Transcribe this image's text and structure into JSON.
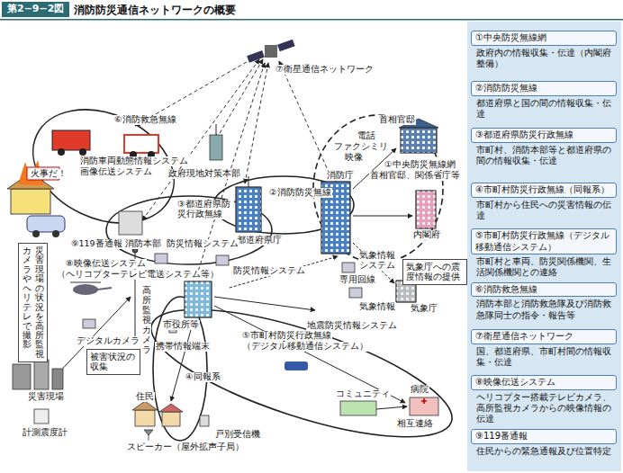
{
  "diagram": {
    "title": "消防防災通信ネットワークの概要",
    "nodes": [
      {
        "text": [
          "災害現場の状況を高所監視カメラやヘリテレで撮影"
        ]
      },
      {
        "text": [
          "気象庁への震度情報の提供"
        ]
      },
      {
        "text": [
          "被害状況の収集"
        ]
      },
      {
        "text": [
          "①中央防災無線網",
          "政府内の情報収集・伝達（内閣府整備）"
        ]
      },
      {
        "text": [
          "②消防防災無線",
          "都道府県と国の間の情報収集・伝達"
        ]
      },
      {
        "text": [
          "③都道府県防災行政無線",
          "市町村、消防本部等と都道府県の間の情報収集・伝達"
        ]
      },
      {
        "text": [
          "④市町村防災行政無線（同報系）",
          "市町村から住民への災害情報の伝達"
        ]
      },
      {
        "text": [
          "⑤市町村防災行政無線（デジタル移動通信システム）",
          "市町村と車両、防災関係機関、生活関係機関との連絡"
        ]
      },
      {
        "text": [
          "⑥消防救急無線",
          "消防本部と消防救急隊及び消防救急隊同士の指令・報告等"
        ]
      },
      {
        "text": [
          "⑦衛星通信ネットワーク",
          "国、都道府県、市町村間の情報収集・伝達"
        ]
      },
      {
        "text": [
          "⑧映像伝送システム",
          "ヘリコプター搭載テレビカメラ、高所監視カメラからの映像情報の伝達"
        ]
      },
      {
        "text": [
          "⑨119番通報",
          "住民からの緊急通報及び位置特定"
        ]
      }
    ],
    "labels": [
      "第2−9−2図",
      "⑦衛星通信ネットワーク",
      "首相官邸",
      "電話",
      "ファクシミリ",
      "映像",
      "①中央防災無線網",
      "首相官邸、関係省庁等",
      "消防庁",
      "内閣府",
      "⑥消防救急無線",
      "政府現地対策本部",
      "②消防防災無線",
      "③都道府県防災行政無線",
      "消防車両動態情報システム",
      "画像伝送システム",
      "都道府県庁",
      "⑨119番通報",
      "消防本部",
      "防災情報システム",
      "防災情報システム",
      "気象情報システム",
      "専用回線",
      "気象情報",
      "気象庁",
      "⑧映像伝送システム",
      "（ヘリコプターテレビ電送システム等）",
      "高所監視カメラ",
      "デジタルカメラ",
      "携帯情報端末",
      "市役所等",
      "地震防災情報システム",
      "⑤市町村防災行政無線",
      "（デジタル移動通信システム）",
      "④同報系",
      "住民",
      "戸別受信機",
      "スピーカー（屋外拡声子局）",
      "コミュニティ",
      "病院",
      "相互連絡",
      "災害現場",
      "計測震度計",
      "火事だ！"
    ]
  }
}
